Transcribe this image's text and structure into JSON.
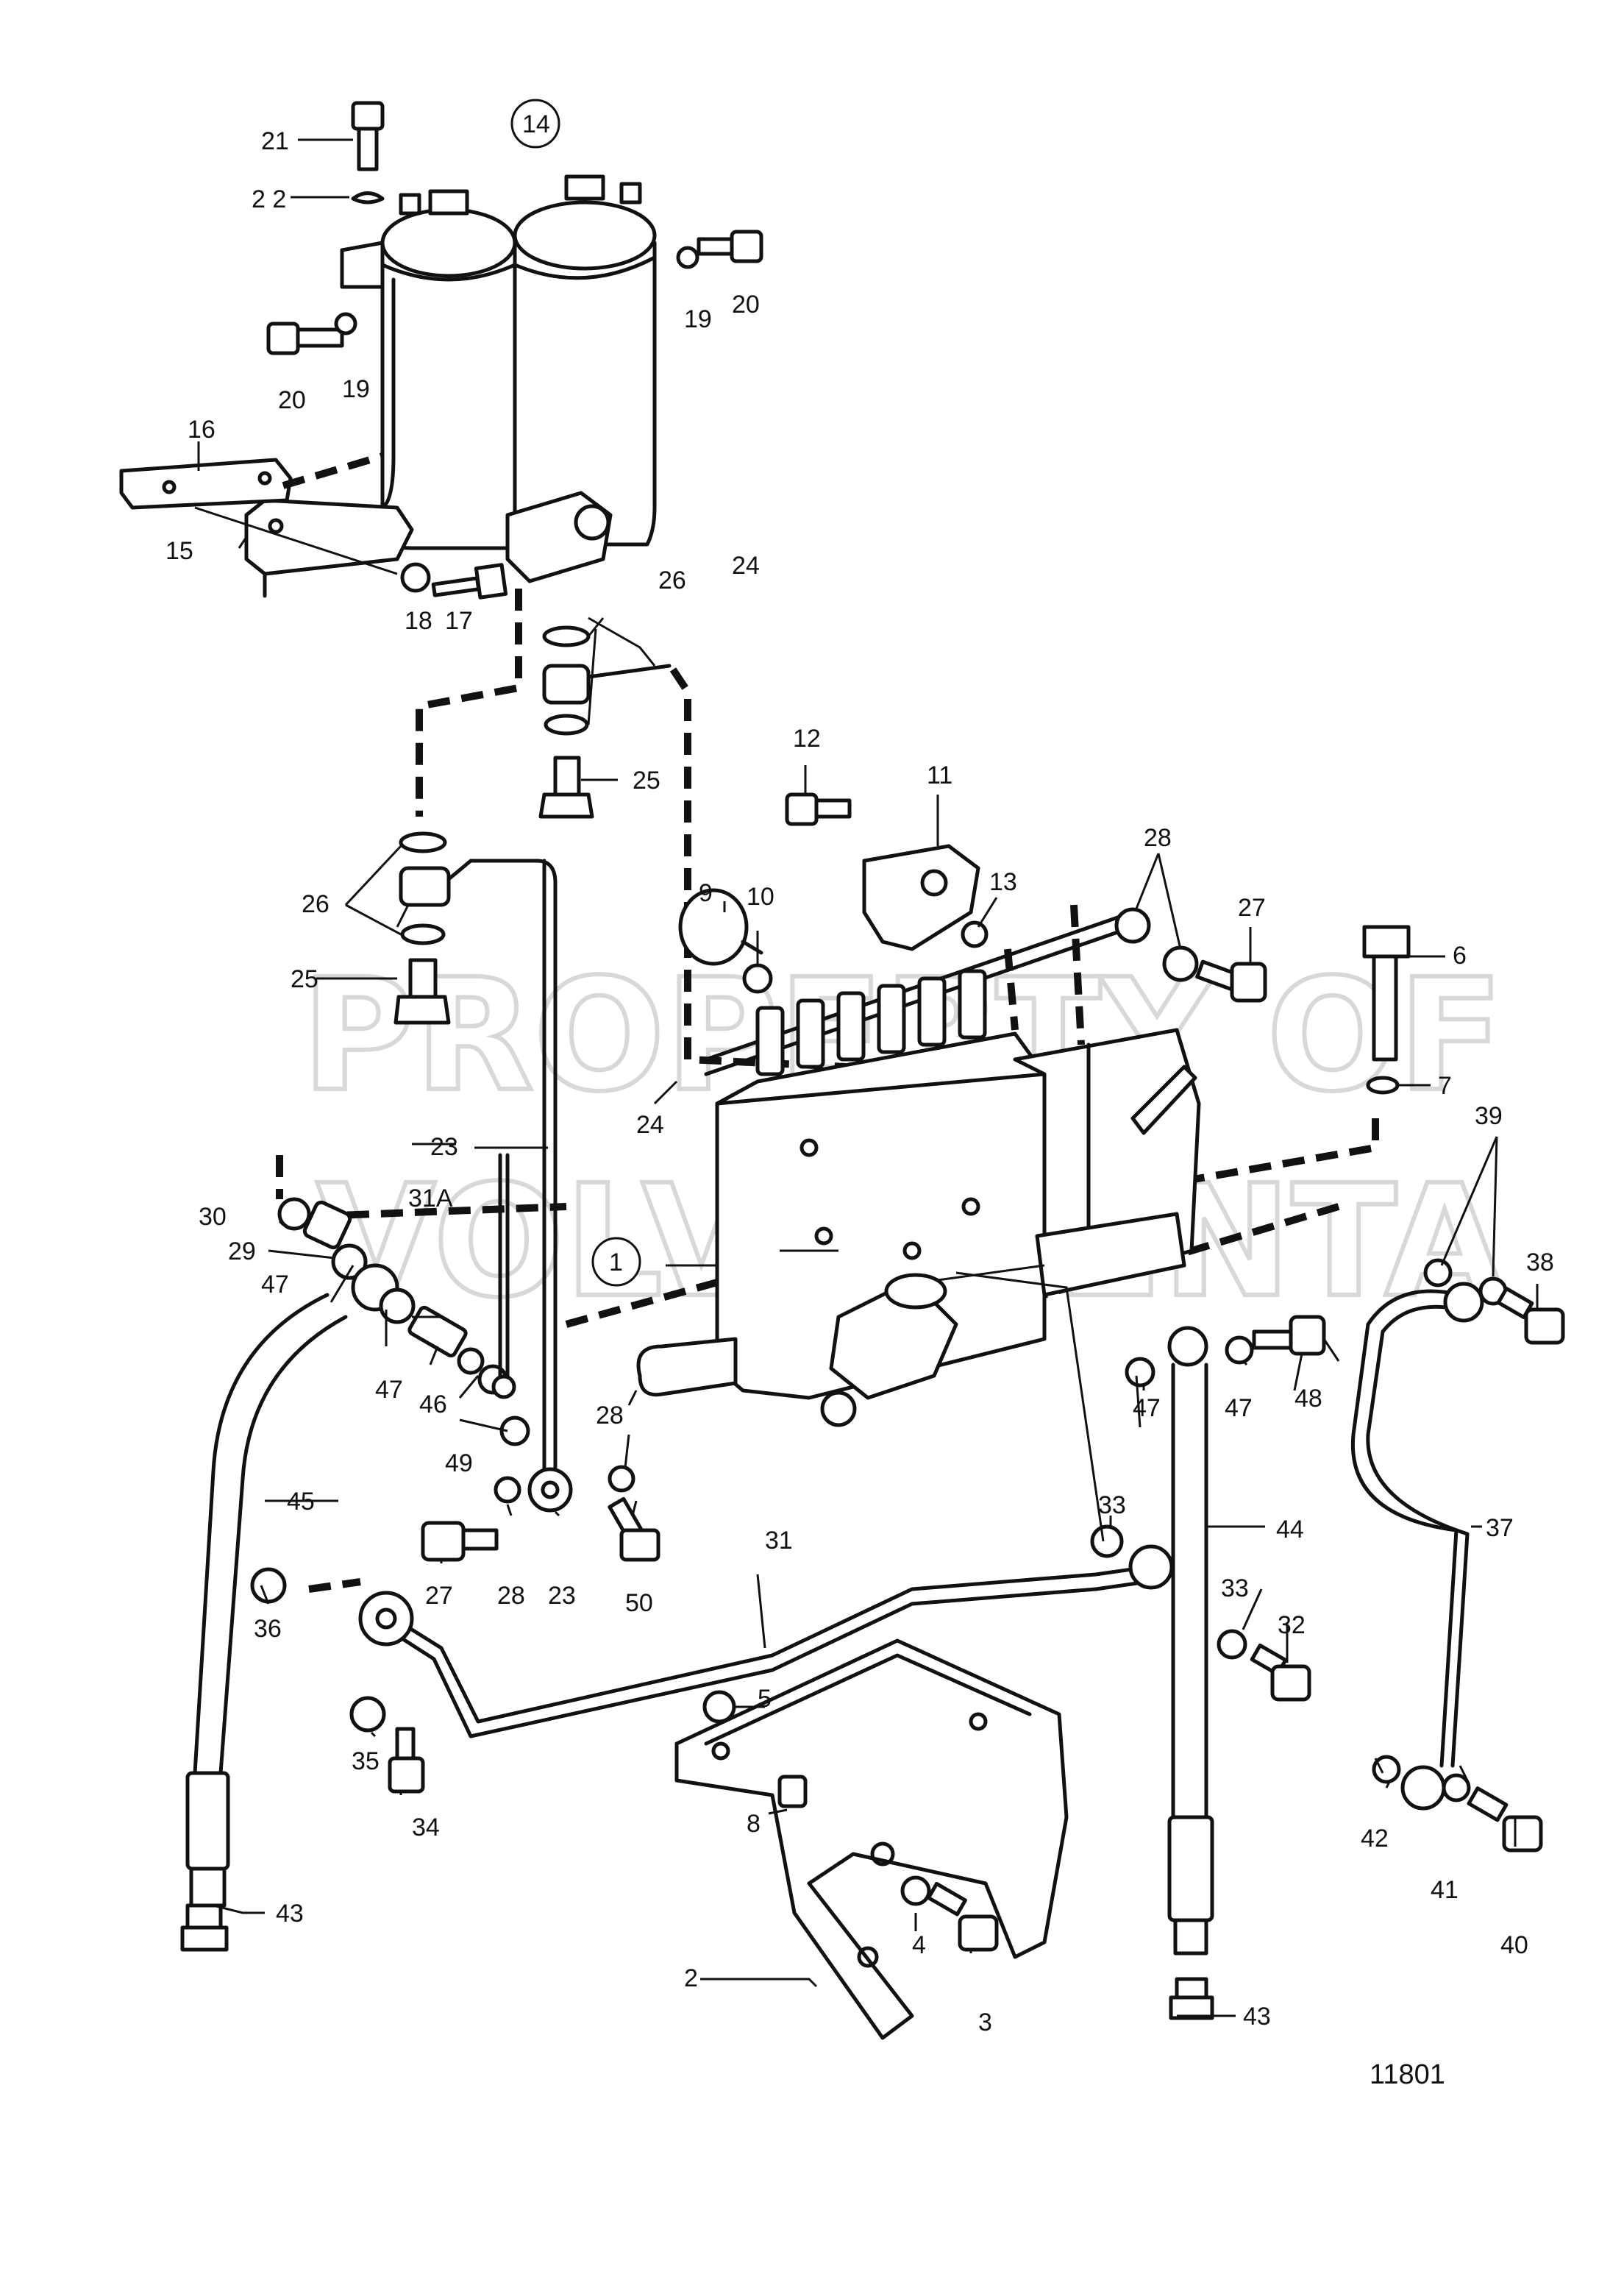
{
  "figure_number": "11801",
  "watermark": [
    "PROPERTY OF",
    "VOLVO PENTA"
  ],
  "parts": {
    "p1": "1",
    "p2": "2",
    "p3": "3",
    "p4": "4",
    "p5": "5",
    "p6": "6",
    "p7": "7",
    "p8": "8",
    "p9": "9",
    "p10": "10",
    "p11": "11",
    "p12": "12",
    "p13": "13",
    "p14": "14",
    "p15": "15",
    "p16": "16",
    "p17": "17",
    "p18": "18",
    "p19": "19",
    "p20": "20",
    "p21": "21",
    "p22": "2 2",
    "p23": "23",
    "p24": "24",
    "p25": "25",
    "p26": "26",
    "p27": "27",
    "p28": "28",
    "p29": "29",
    "p30": "30",
    "p31": "31",
    "p31a": "31A",
    "p32": "32",
    "p33": "33",
    "p34": "34",
    "p35": "35",
    "p36": "36",
    "p37": "37",
    "p38": "38",
    "p39": "39",
    "p40": "40",
    "p41": "41",
    "p42": "42",
    "p43": "43",
    "p44": "44",
    "p45": "45",
    "p46": "46",
    "p47": "47",
    "p48": "48",
    "p49": "49",
    "p50": "50"
  }
}
